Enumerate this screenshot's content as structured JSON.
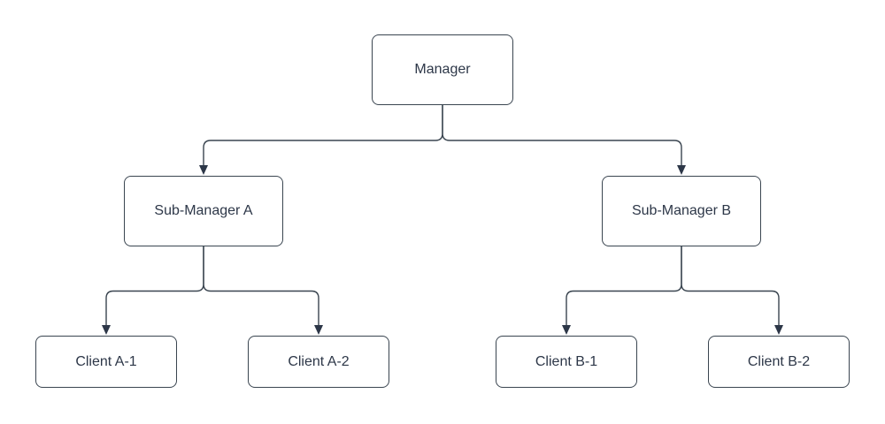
{
  "page": {
    "background_color": "#ffffff"
  },
  "diagram": {
    "type": "org-chart",
    "stroke_color": "#3a4550",
    "arrow_color": "#2d3748",
    "text_color": "#2d3748",
    "node_fill_color": "#ffffff",
    "nodes": [
      {
        "id": "manager",
        "label": "Manager",
        "level": 0
      },
      {
        "id": "sub_manager_a",
        "label": "Sub-Manager A",
        "level": 1
      },
      {
        "id": "sub_manager_b",
        "label": "Sub-Manager B",
        "level": 1
      },
      {
        "id": "client_a1",
        "label": "Client A-1",
        "level": 2
      },
      {
        "id": "client_a2",
        "label": "Client A-2",
        "level": 2
      },
      {
        "id": "client_b1",
        "label": "Client B-1",
        "level": 2
      },
      {
        "id": "client_b2",
        "label": "Client B-2",
        "level": 2
      }
    ],
    "edges": [
      {
        "from": "manager",
        "to": "sub_manager_a"
      },
      {
        "from": "manager",
        "to": "sub_manager_b"
      },
      {
        "from": "sub_manager_a",
        "to": "client_a1"
      },
      {
        "from": "sub_manager_a",
        "to": "client_a2"
      },
      {
        "from": "sub_manager_b",
        "to": "client_b1"
      },
      {
        "from": "sub_manager_b",
        "to": "client_b2"
      }
    ]
  }
}
